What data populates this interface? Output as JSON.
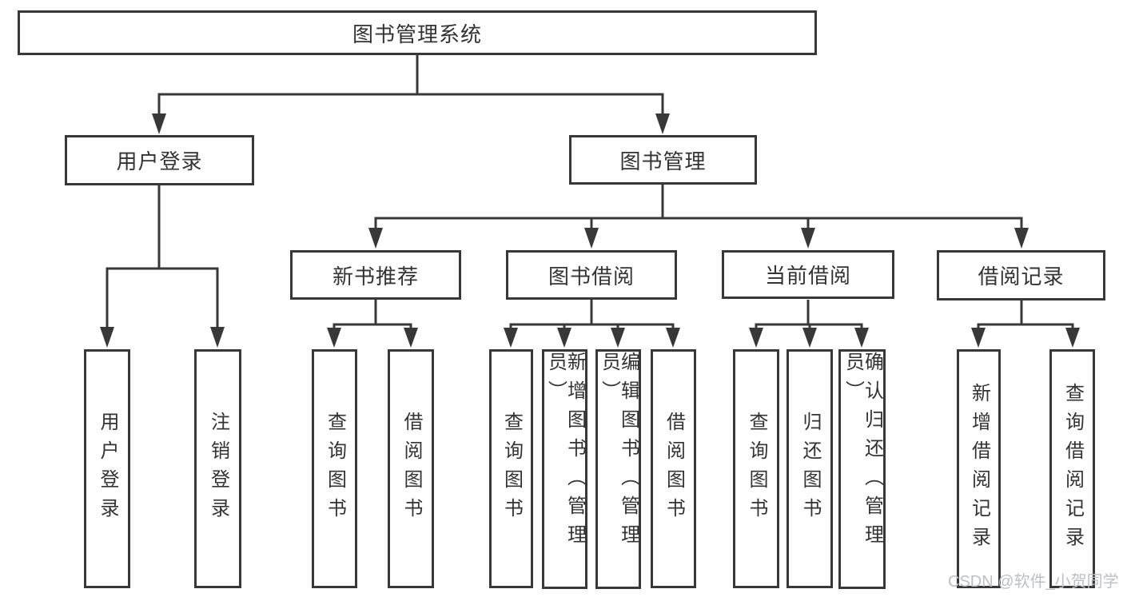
{
  "tree": {
    "root": {
      "label": "图书管理系统"
    },
    "branches": [
      {
        "label": "用户登录",
        "children": [
          {
            "label": "用户登录"
          },
          {
            "label": "注销登录"
          }
        ]
      },
      {
        "label": "图书管理",
        "children": [
          {
            "label": "新书推荐",
            "children": [
              {
                "label": "查询图书"
              },
              {
                "label": "借阅图书"
              }
            ]
          },
          {
            "label": "图书借阅",
            "children": [
              {
                "label": "查询图书"
              },
              {
                "label": "新增图书（管理员）"
              },
              {
                "label": "编辑图书（管理员）"
              },
              {
                "label": "借阅图书"
              }
            ]
          },
          {
            "label": "当前借阅",
            "children": [
              {
                "label": "查询图书"
              },
              {
                "label": "归还图书"
              },
              {
                "label": "确认归还（管理员）"
              }
            ]
          },
          {
            "label": "借阅记录",
            "children": [
              {
                "label": "新增借阅记录"
              },
              {
                "label": "查询借阅记录"
              }
            ]
          }
        ]
      }
    ]
  },
  "watermark": {
    "text": "CSDN @软件_小贺同学"
  },
  "colors": {
    "line": "#383838",
    "text": "#333333",
    "watermark": "#bcbfc3",
    "background": "#ffffff"
  }
}
